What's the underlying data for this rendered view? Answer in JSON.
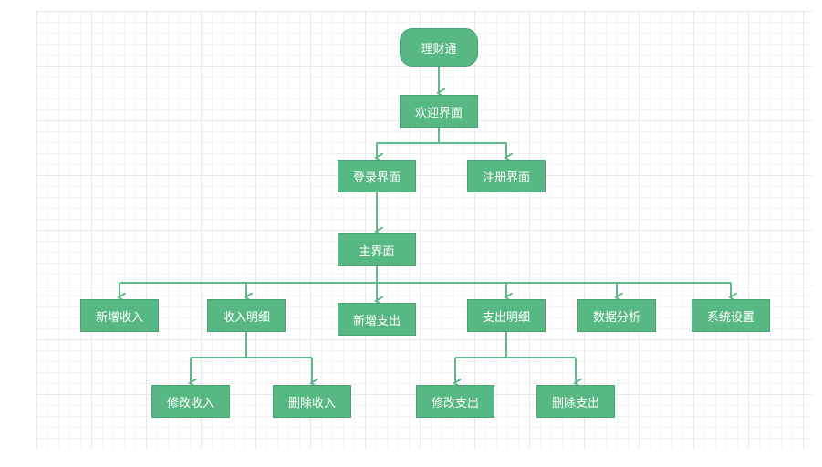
{
  "colors": {
    "node_fill": "#58b884",
    "node_border": "#4aa376",
    "edge": "#5fb98b"
  },
  "nodes": {
    "root": "理财通",
    "welcome": "欢迎界面",
    "login": "登录界面",
    "register": "注册界面",
    "main": "主界面",
    "add_income": "新增收入",
    "income_detail": "收入明细",
    "add_expense": "新增支出",
    "expense_detail": "支出明细",
    "data_analysis": "数据分析",
    "system_settings": "系统设置",
    "edit_income": "修改收入",
    "delete_income": "删除收入",
    "edit_expense": "修改支出",
    "delete_expense": "删除支出"
  }
}
